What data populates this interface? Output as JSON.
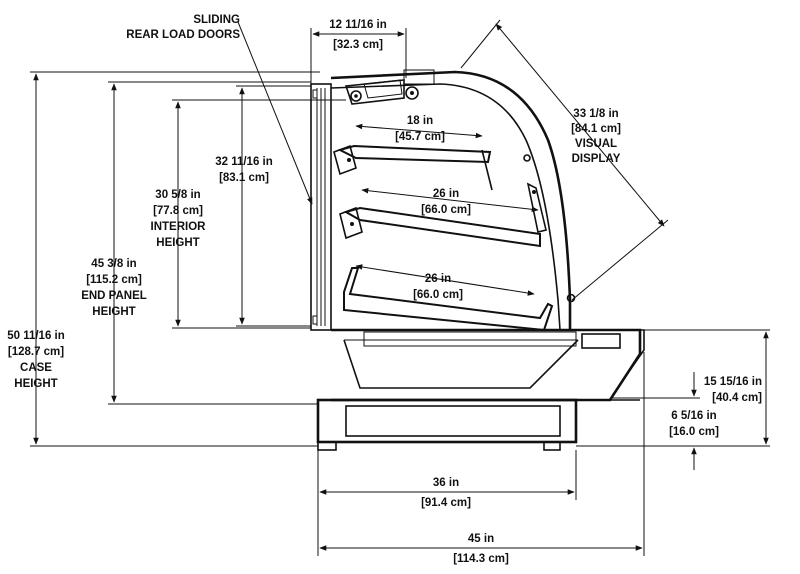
{
  "labels": {
    "sliding_doors": [
      "SLIDING",
      "REAR LOAD DOORS"
    ],
    "top_depth": [
      "12 11/16 in",
      "[32.3 cm]"
    ],
    "visual_display": [
      "33 1/8 in",
      "[84.1 cm]",
      "VISUAL",
      "DISPLAY"
    ],
    "shelf_top": [
      "18 in",
      "[45.7 cm]"
    ],
    "shelf_mid": [
      "26 in",
      "[66.0 cm]"
    ],
    "shelf_bottom": [
      "26 in",
      "[66.0 cm]"
    ],
    "door_height": [
      "32 11/16 in",
      "[83.1 cm]"
    ],
    "interior_height": [
      "30 5/8 in",
      "[77.8 cm]",
      "INTERIOR",
      "HEIGHT"
    ],
    "end_panel_height": [
      "45 3/8 in",
      "[115.2 cm]",
      "END PANEL",
      "HEIGHT"
    ],
    "case_height": [
      "50 11/16 in",
      "[128.7 cm]",
      "CASE",
      "HEIGHT"
    ],
    "front_height": [
      "15 15/16 in",
      "[40.4 cm]"
    ],
    "base_height": [
      "6 5/16 in",
      "[16.0 cm]"
    ],
    "base_depth": [
      "36 in",
      "[91.4 cm]"
    ],
    "overall_depth": [
      "45 in",
      "[114.3 cm]"
    ]
  }
}
